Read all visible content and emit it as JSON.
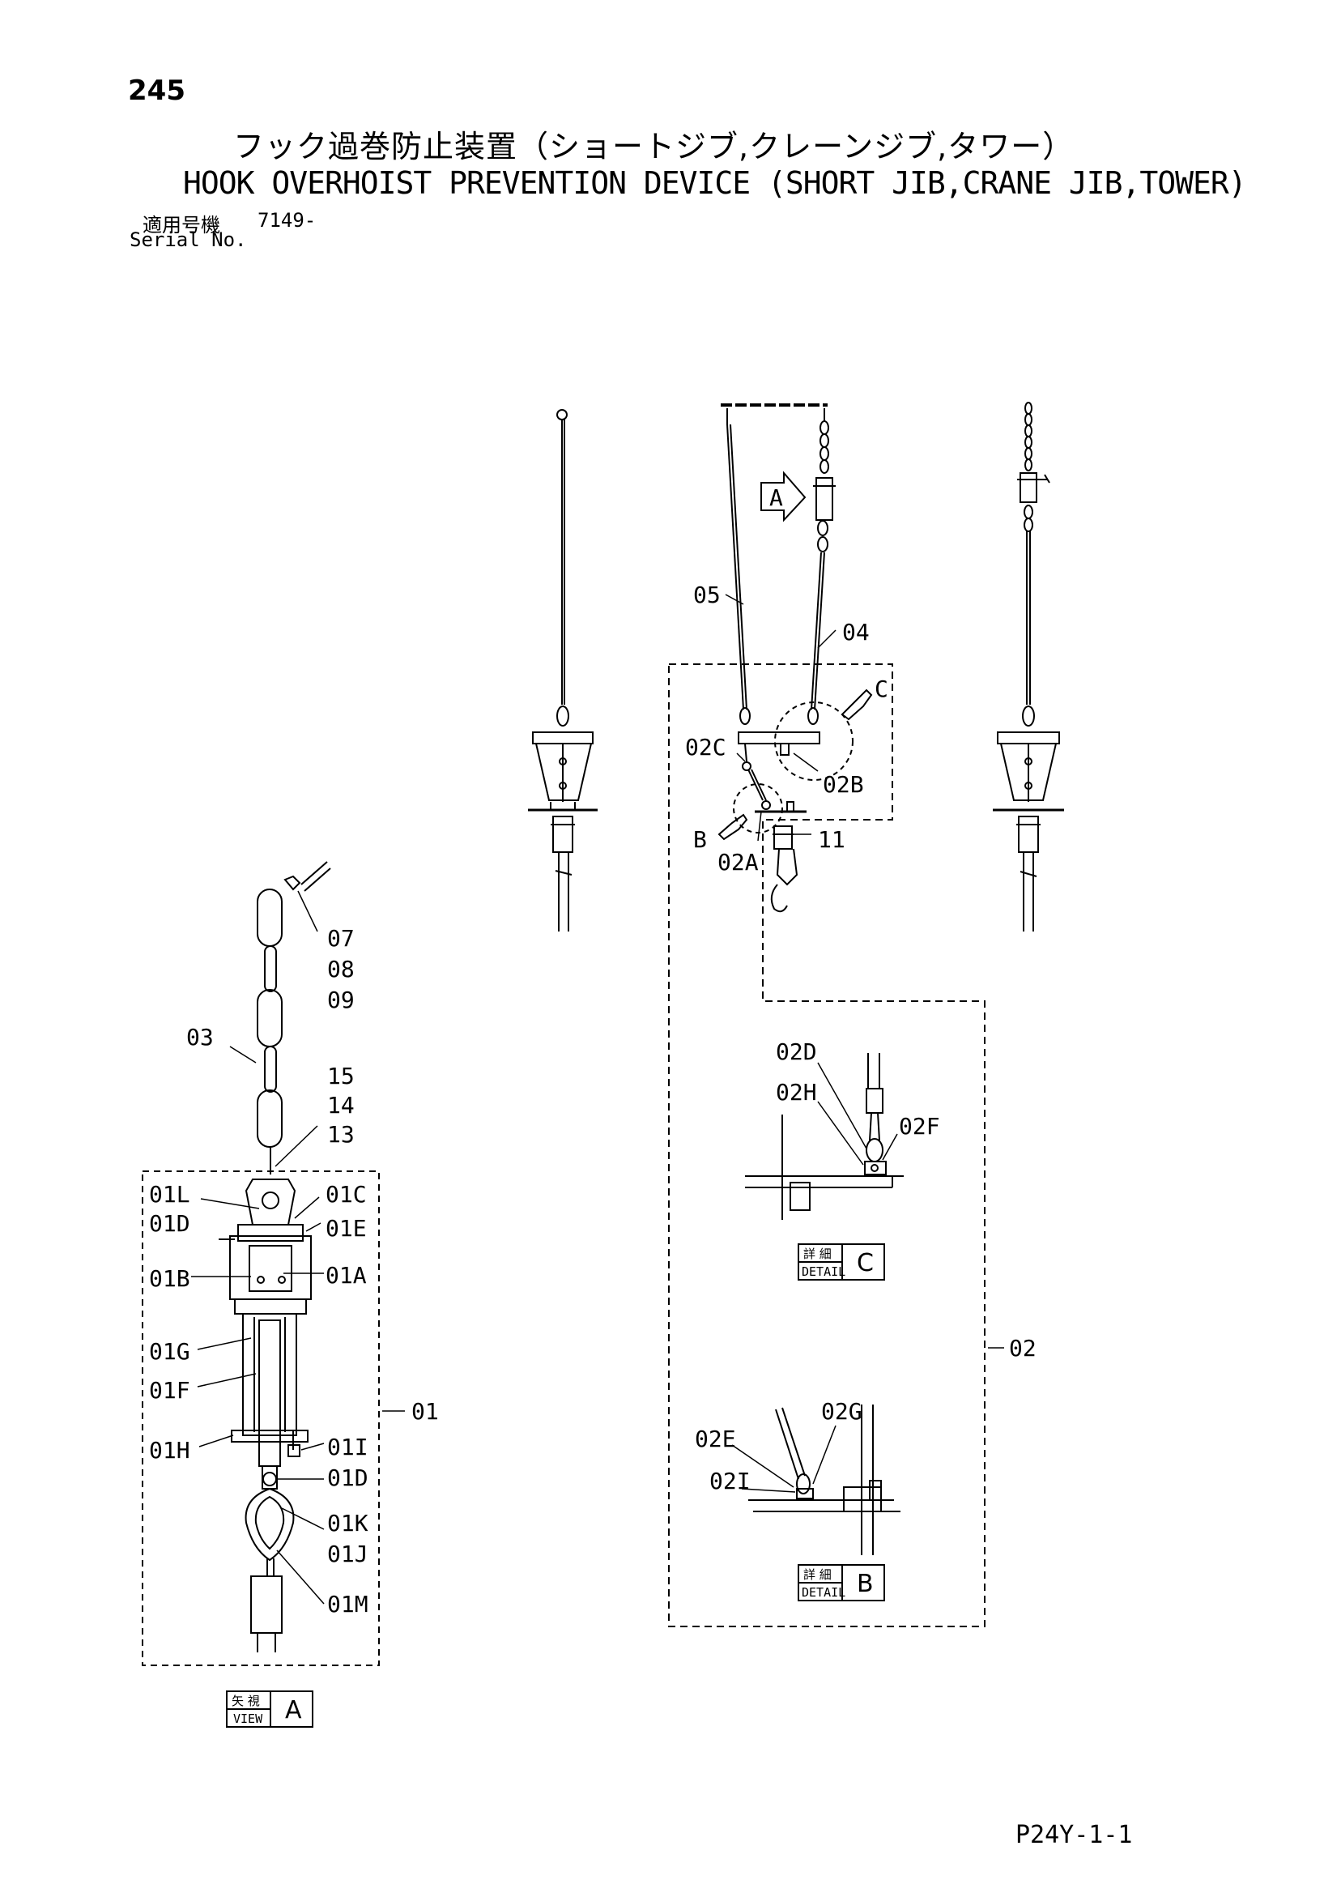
{
  "header": {
    "page_number": "245",
    "title_jp": "フック過巻防止装置（ショートジブ,クレーンジブ,タワー）",
    "title_en": "HOOK OVERHOIST PREVENTION DEVICE (SHORT JIB,CRANE JIB,TOWER)",
    "serial_label_jp": "適用号機",
    "serial_value": "7149-",
    "serial_label_en": "Serial No."
  },
  "callouts": {
    "c05": "05",
    "c04": "04",
    "cA": "A",
    "cC": "C",
    "c02C": "02C",
    "c02B": "02B",
    "cB": "B",
    "c02A": "02A",
    "c11": "11",
    "c07": "07",
    "c08": "08",
    "c09": "09",
    "c03": "03",
    "c15": "15",
    "c14": "14",
    "c13": "13",
    "c01L": "01L",
    "c01D_a": "01D",
    "c01C": "01C",
    "c01E": "01E",
    "c01B": "01B",
    "c01A": "01A",
    "c01G": "01G",
    "c01F": "01F",
    "c01": "01",
    "c01H": "01H",
    "c01I": "01I",
    "c01D_b": "01D",
    "c01K": "01K",
    "c01J": "01J",
    "c01M": "01M",
    "c02D": "02D",
    "c02H": "02H",
    "c02F": "02F",
    "c02": "02",
    "c02G": "02G",
    "c02E": "02E",
    "c02I": "02I"
  },
  "detail_boxes": {
    "detail_c": {
      "jp": "詳 細",
      "en": "DETAIL",
      "letter": "C"
    },
    "detail_b": {
      "jp": "詳 細",
      "en": "DETAIL",
      "letter": "B"
    },
    "view_a": {
      "jp": "矢 視",
      "en": "VIEW",
      "letter": "A"
    }
  },
  "footer": {
    "page_code": "P24Y-1-1"
  }
}
